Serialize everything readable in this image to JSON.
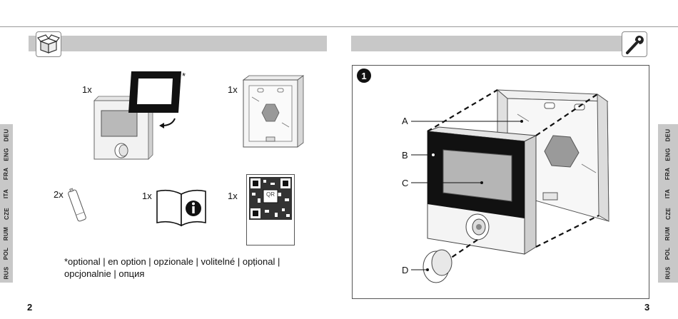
{
  "page_left_number": "2",
  "page_right_number": "3",
  "languages": [
    "DEU",
    "ENG",
    "FRA",
    "ITA",
    "CZE",
    "RUM",
    "POL",
    "RUS"
  ],
  "left_section_icon": "package-box-icon",
  "right_section_icon": "wrench-icon",
  "contents": {
    "thermostat_qty": "1x",
    "frame_asterisk": "*",
    "wall_box_qty": "1x",
    "battery_qty": "2x",
    "manual_qty": "1x",
    "qr_card_qty": "1x",
    "qr_label": "QR",
    "optional_note": "*optional | en option | opzionale | volitelné | opțional | opcjonalnie | опция"
  },
  "step": {
    "number": "1",
    "labels": {
      "a": "A",
      "b": "B",
      "c": "C",
      "d": "D"
    }
  }
}
